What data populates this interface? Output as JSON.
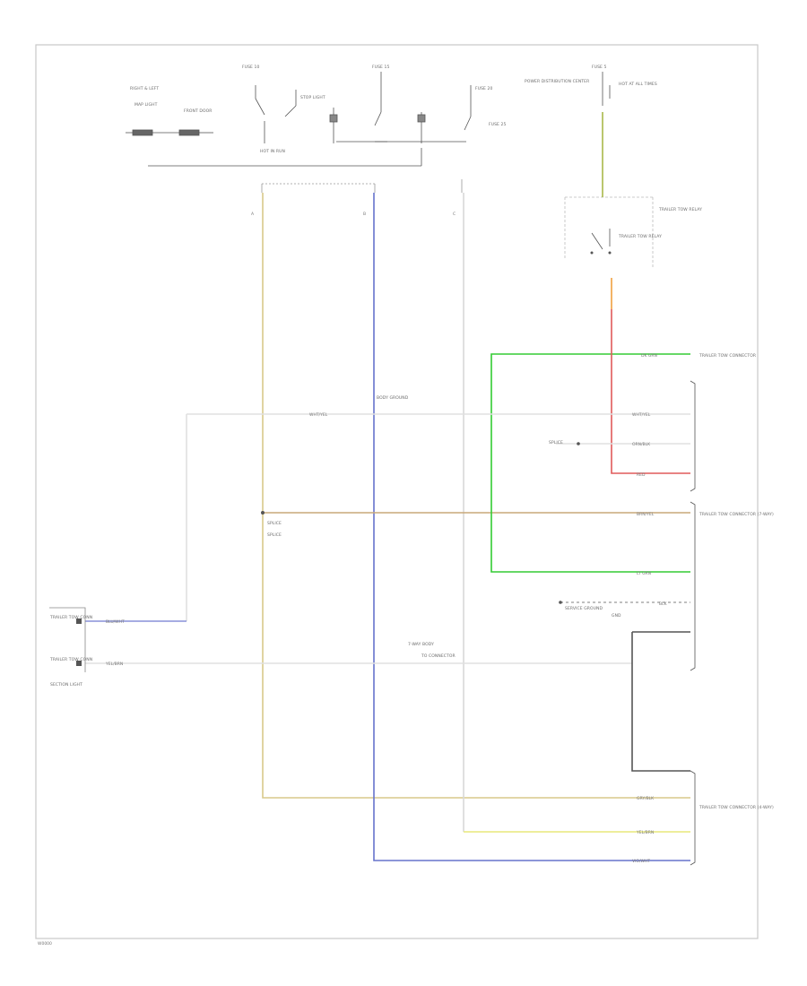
{
  "diagram_id": "W0000",
  "colors": {
    "border": "#c8c8c8",
    "wire_gray": "#d8d8d8",
    "wire_tan": "#d9c98a",
    "wire_brown": "#c9a878",
    "wire_blue": "#6673cc",
    "wire_green": "#33cc33",
    "wire_red": "#e05a5a",
    "wire_orange": "#f0a040",
    "wire_yellow": "#e8e87a",
    "wire_olive": "#a8b84a",
    "component": "#555555"
  },
  "top_labels": {
    "l1": "RIGHT & LEFT",
    "l2": "MAP LIGHT",
    "l3": "FRONT DOOR",
    "l4": "STOP LIGHT",
    "l5": "FUSE 10",
    "l6": "FUSE 15",
    "l7": "FUSE 20",
    "l8": "FUSE 25",
    "l9": "HOT AT ALL TIMES",
    "l10": "HOT IN RUN",
    "l11": "POWER DISTRIBUTION CENTER",
    "l12": "FUSE 5",
    "l13": "TRAILER TOW RELAY"
  },
  "connectors": {
    "c1": "A",
    "c2": "B",
    "c3": "C"
  },
  "wire_codes": {
    "w1": "GRY/BLK",
    "w2": "BLU/WHT",
    "w3": "WHT/YEL",
    "w4": "RED",
    "w5": "ORN/BLK",
    "w6": "DK GRN",
    "w7": "YEL/BRN",
    "w8": "BRN/YEL",
    "w9": "BLK",
    "w10": "LT GRN",
    "w11": "VIO/WHT"
  },
  "components": {
    "relay": "TRAILER TOW RELAY",
    "conn_top": "TRAILER TOW CONNECTOR",
    "conn_mid": "TRAILER TOW CONNECTOR (7-WAY)",
    "conn_bottom": "TRAILER TOW CONNECTOR (4-WAY)",
    "left_conn": "TRAILER TOW CONN",
    "left_conn2": "TRAILER TOW CONN",
    "left_note": "SECTION LIGHT",
    "service_ground": "SERVICE GROUND",
    "splice1": "SPLICE",
    "splice2": "SPLICE",
    "body_ground": "BODY GROUND",
    "gnd": "GND"
  },
  "notes": {
    "n1": "7-WAY BODY",
    "n2": "SPLICE",
    "n3": "TO CONNECTOR"
  }
}
